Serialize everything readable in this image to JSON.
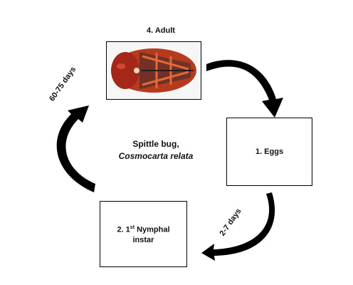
{
  "title": {
    "line1": "Spittle bug,",
    "line2": "Cosmocarta relata"
  },
  "stages": {
    "adult": "4. Adult",
    "eggs": "1. Eggs",
    "nymph_prefix": "2. 1",
    "nymph_sup": "st",
    "nymph_suffix": " Nymphal",
    "nymph_line2": "instar"
  },
  "durations": {
    "eggs_to_nymph": "2-7 days",
    "to_adult": "60-75 days"
  },
  "colors": {
    "arrow": "#000000",
    "bug_body": "#b53a1e",
    "bug_head": "#a4271a",
    "bug_markings": "#3a2a2a"
  }
}
